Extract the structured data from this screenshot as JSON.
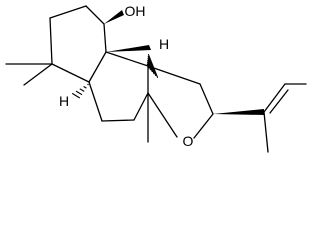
{
  "molecule": {
    "atom_labels": {
      "hydroxyl": "OH",
      "ring_oxygen": "O",
      "hydrogen_c5": "H",
      "hydrogen_c9": "H"
    },
    "stereo_hydrogen_count": 2
  }
}
